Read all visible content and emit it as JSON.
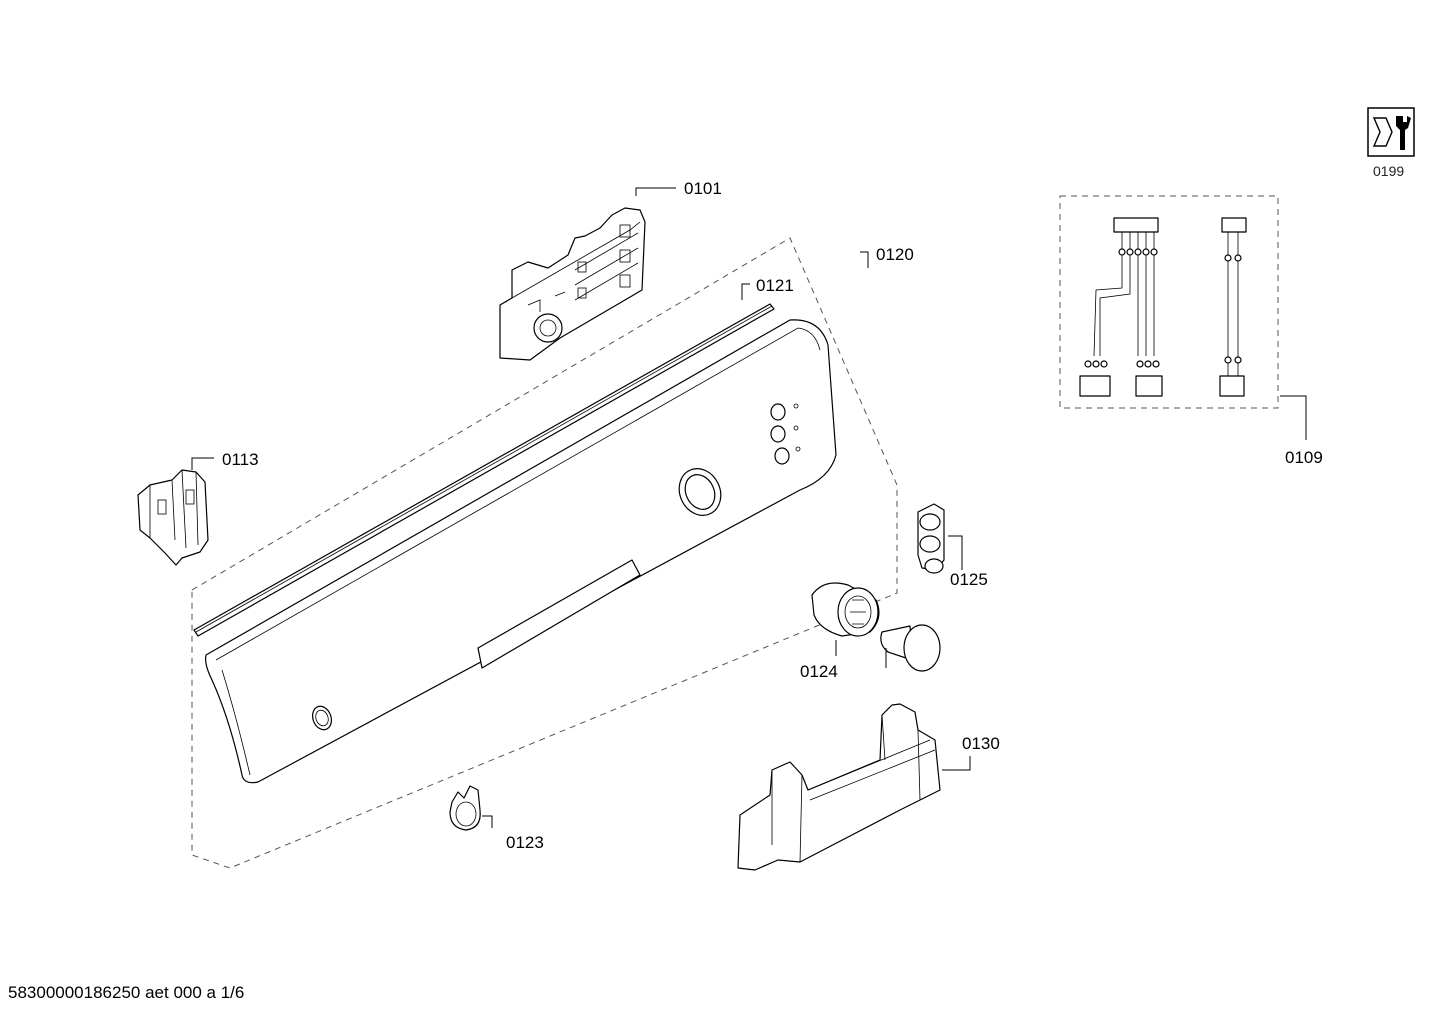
{
  "parts": [
    {
      "id": "p0101",
      "label": "0101"
    },
    {
      "id": "p0109",
      "label": "0109"
    },
    {
      "id": "p0113",
      "label": "0113"
    },
    {
      "id": "p0120",
      "label": "0120"
    },
    {
      "id": "p0121",
      "label": "0121"
    },
    {
      "id": "p0123",
      "label": "0123"
    },
    {
      "id": "p0124",
      "label": "0124"
    },
    {
      "id": "p0125",
      "label": "0125"
    },
    {
      "id": "p0130",
      "label": "0130"
    }
  ],
  "service_icon": {
    "label": "0199",
    "icon": "wrench-icon"
  },
  "footer": {
    "code": "58300000186250 aet 000 a 1/6"
  }
}
